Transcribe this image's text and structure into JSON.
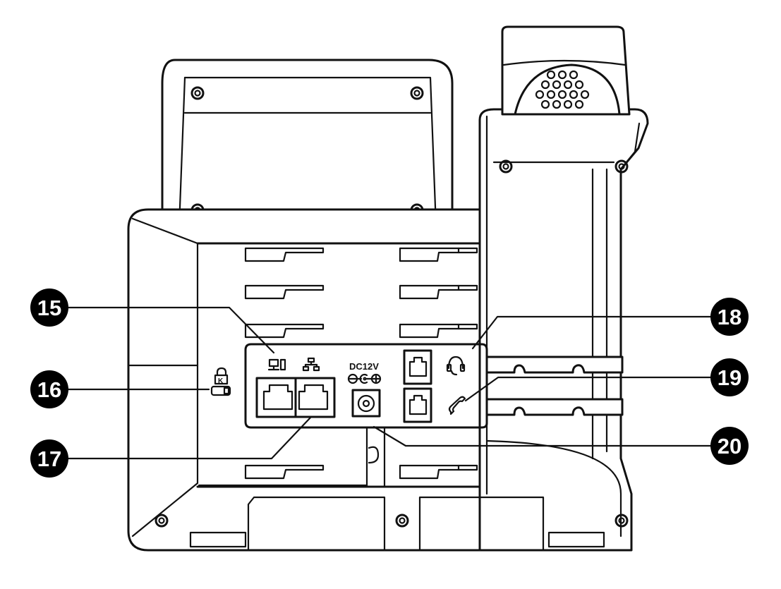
{
  "callouts": [
    {
      "id": "15",
      "label": "15"
    },
    {
      "id": "16",
      "label": "16"
    },
    {
      "id": "17",
      "label": "17"
    },
    {
      "id": "18",
      "label": "18"
    },
    {
      "id": "19",
      "label": "19"
    },
    {
      "id": "20",
      "label": "20"
    }
  ],
  "power_label": "DC12V",
  "icons": {
    "pc_port": "pc-port-icon",
    "internet_port": "internet-port-icon",
    "security_slot": "security-lock-icon",
    "headset_port": "headset-icon",
    "handset_port": "handset-icon",
    "power_polarity": "power-polarity-icon"
  },
  "colors": {
    "line": "#111111",
    "background": "#ffffff",
    "callout_fill": "#000000",
    "callout_text": "#ffffff"
  }
}
